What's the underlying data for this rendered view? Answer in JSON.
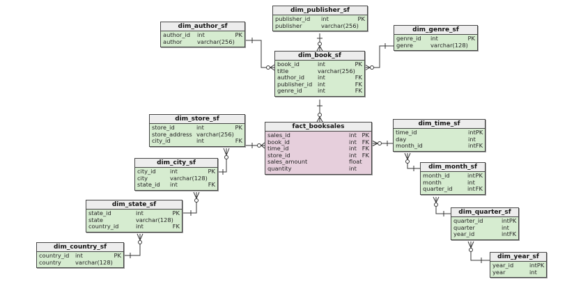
{
  "diagram": {
    "type": "star-schema ER diagram",
    "tables": {
      "dim_publisher_sf": {
        "title": "dim_publisher_sf",
        "columns": [
          {
            "name": "publisher_id",
            "type": "int",
            "key": "PK"
          },
          {
            "name": "publisher",
            "type": "varchar(256)",
            "key": ""
          }
        ]
      },
      "dim_author_sf": {
        "title": "dim_author_sf",
        "columns": [
          {
            "name": "author_id",
            "type": "int",
            "key": "PK"
          },
          {
            "name": "author",
            "type": "varchar(256)",
            "key": ""
          }
        ]
      },
      "dim_genre_sf": {
        "title": "dim_genre_sf",
        "columns": [
          {
            "name": "genre_id",
            "type": "int",
            "key": "PK"
          },
          {
            "name": "genre",
            "type": "varchar(128)",
            "key": ""
          }
        ]
      },
      "dim_book_sf": {
        "title": "dim_book_sf",
        "columns": [
          {
            "name": "book_id",
            "type": "int",
            "key": "PK"
          },
          {
            "name": "title",
            "type": "varchar(256)",
            "key": ""
          },
          {
            "name": "author_id",
            "type": "int",
            "key": "FK"
          },
          {
            "name": "publisher_id",
            "type": "int",
            "key": "FK"
          },
          {
            "name": "genre_id",
            "type": "int",
            "key": "FK"
          }
        ]
      },
      "fact_booksales": {
        "title": "fact_booksales",
        "columns": [
          {
            "name": "sales_id",
            "type": "int",
            "key": "PK"
          },
          {
            "name": "book_id",
            "type": "int",
            "key": "FK"
          },
          {
            "name": "time_id",
            "type": "int",
            "key": "FK"
          },
          {
            "name": "store_id",
            "type": "int",
            "key": "FK"
          },
          {
            "name": "sales_amount",
            "type": "float",
            "key": ""
          },
          {
            "name": "quantity",
            "type": "int",
            "key": ""
          }
        ]
      },
      "dim_store_sf": {
        "title": "dim_store_sf",
        "columns": [
          {
            "name": "store_id",
            "type": "int",
            "key": "PK"
          },
          {
            "name": "store_address",
            "type": "varchar(256)",
            "key": ""
          },
          {
            "name": "city_id",
            "type": "int",
            "key": "FK"
          }
        ]
      },
      "dim_city_sf": {
        "title": "dim_city_sf",
        "columns": [
          {
            "name": "city_id",
            "type": "int",
            "key": "PK"
          },
          {
            "name": "city",
            "type": "varchar(128)",
            "key": ""
          },
          {
            "name": "state_id",
            "type": "int",
            "key": "FK"
          }
        ]
      },
      "dim_state_sf": {
        "title": "dim_state_sf",
        "columns": [
          {
            "name": "state_id",
            "type": "int",
            "key": "PK"
          },
          {
            "name": "state",
            "type": "varchar(128)",
            "key": ""
          },
          {
            "name": "country_id",
            "type": "int",
            "key": "FK"
          }
        ]
      },
      "dim_country_sf": {
        "title": "dim_country_sf",
        "columns": [
          {
            "name": "country_id",
            "type": "int",
            "key": "PK"
          },
          {
            "name": "country",
            "type": "varchar(128)",
            "key": ""
          }
        ]
      },
      "dim_time_sf": {
        "title": "dim_time_sf",
        "columns": [
          {
            "name": "time_id",
            "type": "int",
            "key": "PK"
          },
          {
            "name": "day",
            "type": "int",
            "key": ""
          },
          {
            "name": "month_id",
            "type": "int",
            "key": "FK"
          }
        ]
      },
      "dim_month_sf": {
        "title": "dim_month_sf",
        "columns": [
          {
            "name": "month_id",
            "type": "int",
            "key": "PK"
          },
          {
            "name": "month",
            "type": "int",
            "key": ""
          },
          {
            "name": "quarter_id",
            "type": "int",
            "key": "FK"
          }
        ]
      },
      "dim_quarter_sf": {
        "title": "dim_quarter_sf",
        "columns": [
          {
            "name": "quarter_id",
            "type": "int",
            "key": "PK"
          },
          {
            "name": "quarter",
            "type": "int",
            "key": ""
          },
          {
            "name": "year_id",
            "type": "int",
            "key": "FK"
          }
        ]
      },
      "dim_year_sf": {
        "title": "dim_year_sf",
        "columns": [
          {
            "name": "year_id",
            "type": "int",
            "key": "PK"
          },
          {
            "name": "year",
            "type": "int",
            "key": ""
          }
        ]
      }
    },
    "relationships": [
      {
        "from": "dim_author_sf",
        "to": "dim_book_sf",
        "cardinality": "one-to-many"
      },
      {
        "from": "dim_publisher_sf",
        "to": "dim_book_sf",
        "cardinality": "one-to-many"
      },
      {
        "from": "dim_genre_sf",
        "to": "dim_book_sf",
        "cardinality": "one-to-many"
      },
      {
        "from": "dim_book_sf",
        "to": "fact_booksales",
        "cardinality": "one-to-many"
      },
      {
        "from": "dim_store_sf",
        "to": "fact_booksales",
        "cardinality": "one-to-many"
      },
      {
        "from": "dim_time_sf",
        "to": "fact_booksales",
        "cardinality": "one-to-many"
      },
      {
        "from": "dim_city_sf",
        "to": "dim_store_sf",
        "cardinality": "one-to-many"
      },
      {
        "from": "dim_state_sf",
        "to": "dim_city_sf",
        "cardinality": "one-to-many"
      },
      {
        "from": "dim_country_sf",
        "to": "dim_state_sf",
        "cardinality": "one-to-many"
      },
      {
        "from": "dim_month_sf",
        "to": "dim_time_sf",
        "cardinality": "one-to-many"
      },
      {
        "from": "dim_quarter_sf",
        "to": "dim_month_sf",
        "cardinality": "one-to-many"
      },
      {
        "from": "dim_year_sf",
        "to": "dim_quarter_sf",
        "cardinality": "one-to-many"
      }
    ],
    "colors": {
      "dimension_fill": "#d6ecd0",
      "fact_fill": "#e6cfdc",
      "header_fill": "#ededed",
      "border": "#444444"
    }
  }
}
